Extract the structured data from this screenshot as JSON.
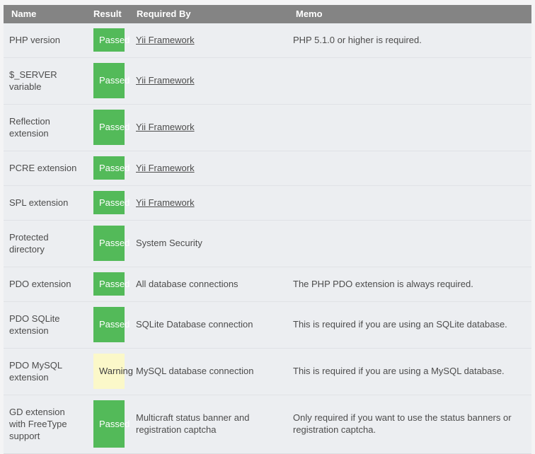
{
  "table": {
    "columns": [
      {
        "key": "name",
        "label": "Name"
      },
      {
        "key": "result",
        "label": "Result"
      },
      {
        "key": "reqby",
        "label": "Required By"
      },
      {
        "key": "memo",
        "label": "Memo"
      }
    ],
    "colors": {
      "header_bg": "#848484",
      "header_text": "#ffffff",
      "row_bg": "#eceef1",
      "row_text": "#4c4c4c",
      "passed_bg": "#53ba59",
      "passed_text": "#ffffff",
      "warning_bg": "#fbf8c9",
      "warning_text": "#3f3f3f",
      "page_bg": "#f4f4f5",
      "row_divider": "#e0e2e6"
    },
    "rows": [
      {
        "name": "PHP version",
        "result": "Passed",
        "result_status": "passed",
        "reqby": "Yii Framework",
        "reqby_is_link": true,
        "memo": "PHP 5.1.0 or higher is required."
      },
      {
        "name": "$_SERVER variable",
        "result": "Passed",
        "result_status": "passed",
        "reqby": "Yii Framework",
        "reqby_is_link": true,
        "memo": ""
      },
      {
        "name": "Reflection extension",
        "result": "Passed",
        "result_status": "passed",
        "reqby": "Yii Framework",
        "reqby_is_link": true,
        "memo": ""
      },
      {
        "name": "PCRE extension",
        "result": "Passed",
        "result_status": "passed",
        "reqby": "Yii Framework",
        "reqby_is_link": true,
        "memo": ""
      },
      {
        "name": "SPL extension",
        "result": "Passed",
        "result_status": "passed",
        "reqby": "Yii Framework",
        "reqby_is_link": true,
        "memo": ""
      },
      {
        "name": "Protected directory",
        "result": "Passed",
        "result_status": "passed",
        "reqby": "System Security",
        "reqby_is_link": false,
        "memo": ""
      },
      {
        "name": "PDO extension",
        "result": "Passed",
        "result_status": "passed",
        "reqby": "All database connections",
        "reqby_is_link": false,
        "memo": "The PHP PDO extension is always required."
      },
      {
        "name": "PDO SQLite extension",
        "result": "Passed",
        "result_status": "passed",
        "reqby": "SQLite Database connection",
        "reqby_is_link": false,
        "memo": "This is required if you are using an SQLite database."
      },
      {
        "name": "PDO MySQL extension",
        "result": "Warning",
        "result_status": "warning",
        "reqby": "MySQL database connection",
        "reqby_is_link": false,
        "memo": "This is required if you are using a MySQL database."
      },
      {
        "name": "GD extension with FreeType support",
        "result": "Passed",
        "result_status": "passed",
        "reqby": "Multicraft status banner and registration captcha",
        "reqby_is_link": false,
        "memo": "Only required if you want to use the status banners or registration captcha."
      }
    ]
  }
}
